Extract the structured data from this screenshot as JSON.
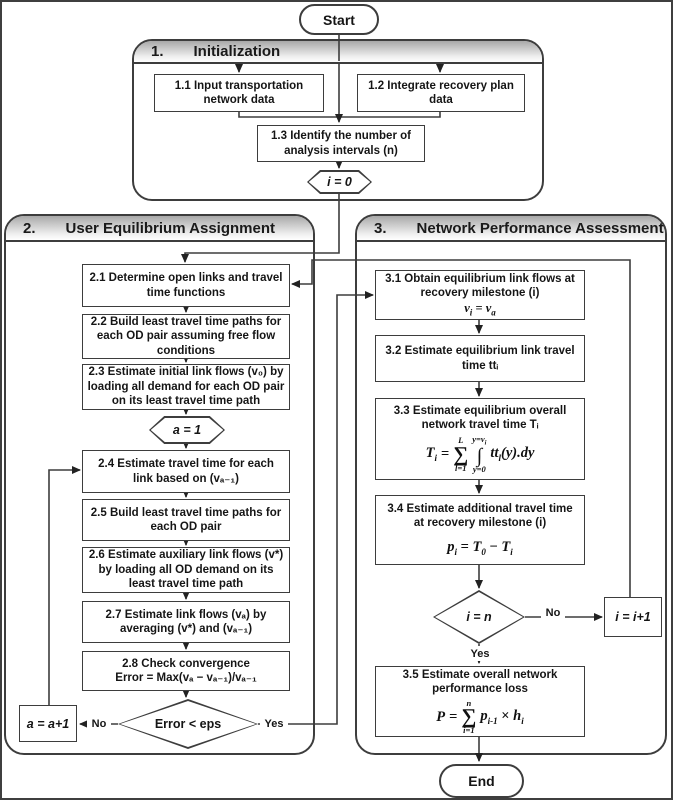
{
  "terminals": {
    "start": "Start",
    "end": "End"
  },
  "sections": {
    "s1": {
      "number": "1.",
      "title": "Initialization"
    },
    "s2": {
      "number": "2.",
      "title": "User Equilibrium Assignment"
    },
    "s3": {
      "number": "3.",
      "title": "Network Performance Assessment"
    }
  },
  "boxes": {
    "b11": {
      "lines": [
        "1.1  Input transportation",
        "network data"
      ]
    },
    "b12": {
      "lines": [
        "1.2  Integrate recovery plan",
        "data"
      ]
    },
    "b13": {
      "lines": [
        "1.3  Identify the number of",
        "analysis intervals (n)"
      ]
    },
    "b21": {
      "lines": [
        "2.1  Determine open links and travel",
        "time functions"
      ]
    },
    "b22": {
      "lines": [
        "2.2  Build least travel time paths for",
        "each OD pair assuming free flow",
        "conditions"
      ]
    },
    "b23": {
      "lines": [
        "2.3  Estimate initial link flows (v₀) by",
        "loading all demand for each OD pair",
        "on its least travel time path"
      ]
    },
    "b24": {
      "lines": [
        "2.4  Estimate travel time for each",
        "link based on (vₐ₋₁)"
      ]
    },
    "b25": {
      "lines": [
        "2.5  Build least travel time paths for",
        "each OD pair"
      ]
    },
    "b26": {
      "lines": [
        "2.6  Estimate auxiliary link flows (v*)",
        "by loading all OD demand on its",
        "least travel time path"
      ]
    },
    "b27": {
      "lines": [
        "2.7  Estimate link flows (vₐ) by",
        "averaging (v*) and (vₐ₋₁)"
      ]
    },
    "b28": {
      "lines": [
        "2.8  Check convergence",
        "Error = Max(vₐ − vₐ₋₁)/vₐ₋₁"
      ]
    },
    "b31": {
      "lines": [
        "3.1  Obtain equilibrium link flows at",
        "recovery milestone (i)"
      ]
    },
    "b32": {
      "lines": [
        "3.2  Estimate equilibrium link travel",
        "time ttᵢ"
      ]
    },
    "b33": {
      "lines": [
        "3.3  Estimate equilibrium overall",
        "network travel time Tᵢ"
      ]
    },
    "b34": {
      "lines": [
        "3.4  Estimate additional travel time",
        "at recovery milestone (i)"
      ]
    },
    "b35": {
      "lines": [
        "3.5  Estimate overall network",
        "performance loss"
      ]
    }
  },
  "decisions": {
    "i0": "i = 0",
    "a1": "a = 1",
    "err": "Error < eps",
    "ieqn": "i = n"
  },
  "loop_boxes": {
    "a_inc": "a = a+1",
    "i_inc": "i = i+1"
  },
  "edge_labels": {
    "err_no": "No",
    "err_yes": "Yes",
    "in_no": "No",
    "in_yes": "Yes"
  },
  "formulas": {
    "f31": {
      "l": "v",
      "l_sub": "i",
      "eq": "=",
      "r": "v",
      "r_sub": "a"
    },
    "f33": {
      "lhs": "T",
      "lhs_sub": "i",
      "eq": "=",
      "sum_top": "L",
      "sigma": "∑",
      "sum_bot": "l=1",
      "int_top_main": "y=v",
      "int_top_sub": "i",
      "integral": "∫",
      "int_bot": "y=0",
      "body": "tt",
      "body_sub": "l",
      "tail": "(y).dy"
    },
    "f34": {
      "a": "p",
      "a_sub": "i",
      "eq": "=",
      "b": "T",
      "b_sub": "0",
      "minus": "−",
      "c": "T",
      "c_sub": "i"
    },
    "f35": {
      "lhs": "P",
      "eq": "=",
      "sum_top": "n",
      "sigma": "∑",
      "sum_bot": "i=1",
      "a": "p",
      "a_sub": "i-1",
      "times": "×",
      "b": "h",
      "b_sub": "i"
    }
  }
}
